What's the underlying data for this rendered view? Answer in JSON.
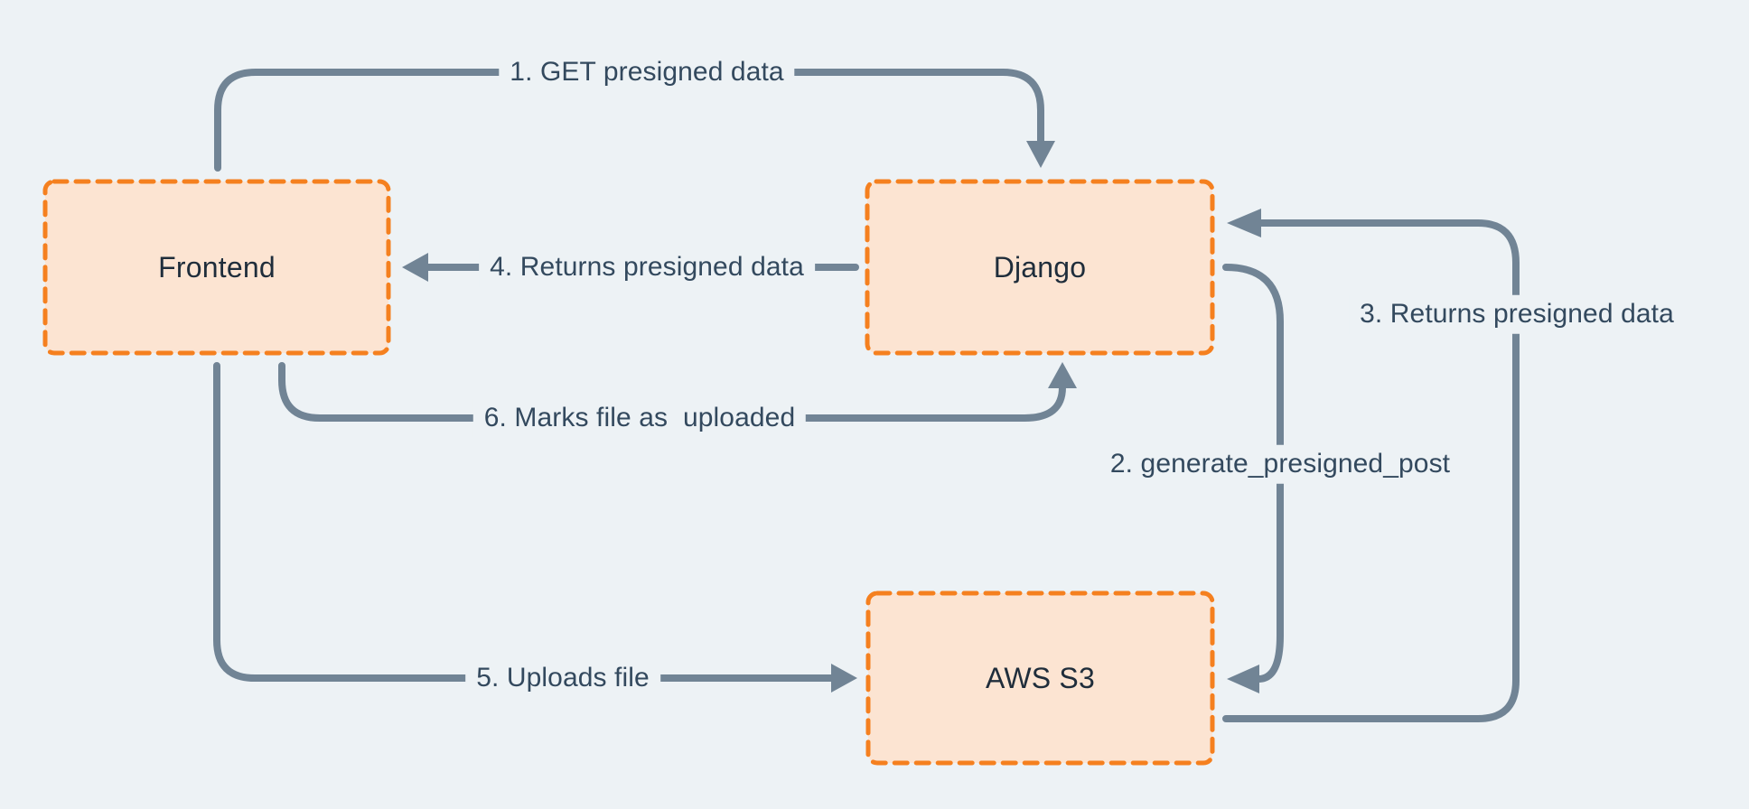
{
  "diagram": {
    "type": "flow-diagram",
    "colors": {
      "background": "#edf2f5",
      "node_fill": "#fce4d2",
      "node_border": "#f5801f",
      "arrow": "#718495",
      "node_text": "#1f2d3b",
      "label_text": "#33495e"
    },
    "nodes": [
      {
        "id": "frontend",
        "label": "Frontend"
      },
      {
        "id": "django",
        "label": "Django"
      },
      {
        "id": "aws-s3",
        "label": "AWS S3"
      }
    ],
    "edges": [
      {
        "step": 1,
        "label": "1. GET presigned data",
        "from": "frontend",
        "to": "django"
      },
      {
        "step": 2,
        "label": "2. generate_presigned_post",
        "from": "django",
        "to": "aws-s3"
      },
      {
        "step": 3,
        "label": "3. Returns presigned data",
        "from": "aws-s3",
        "to": "django"
      },
      {
        "step": 4,
        "label": "4. Returns presigned data",
        "from": "django",
        "to": "frontend"
      },
      {
        "step": 5,
        "label": "5. Uploads file",
        "from": "frontend",
        "to": "aws-s3"
      },
      {
        "step": 6,
        "label": "6. Marks file as  uploaded",
        "from": "frontend",
        "to": "django"
      }
    ]
  }
}
